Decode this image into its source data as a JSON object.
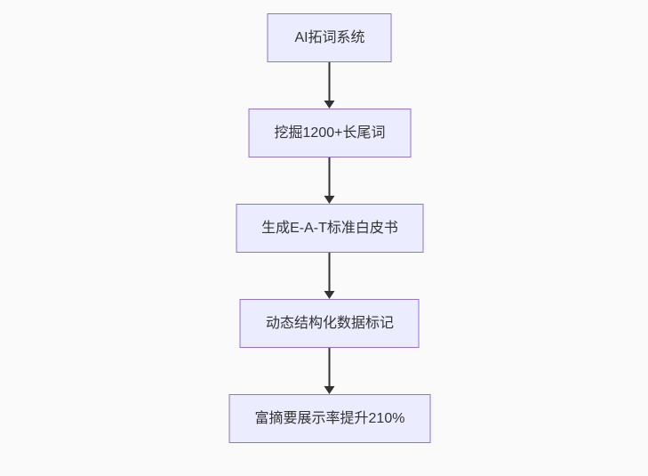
{
  "diagram": {
    "type": "flowchart",
    "direction": "top-down",
    "style": {
      "background": "#fafafa",
      "node_fill": "#ECECFF",
      "node_border": "#9370DB",
      "edge_color": "#333333",
      "text_color": "#333333"
    },
    "nodes": [
      {
        "label": "AI拓词系统"
      },
      {
        "label": "挖掘1200+长尾词"
      },
      {
        "label": "生成E-A-T标准白皮书"
      },
      {
        "label": "动态结构化数据标记"
      },
      {
        "label": "富摘要展示率提升210%"
      }
    ],
    "edges": [
      {
        "from": "AI拓词系统",
        "to": "挖掘1200+长尾词"
      },
      {
        "from": "挖掘1200+长尾词",
        "to": "生成E-A-T标准白皮书"
      },
      {
        "from": "生成E-A-T标准白皮书",
        "to": "动态结构化数据标记"
      },
      {
        "from": "动态结构化数据标记",
        "to": "富摘要展示率提升210%"
      }
    ]
  }
}
